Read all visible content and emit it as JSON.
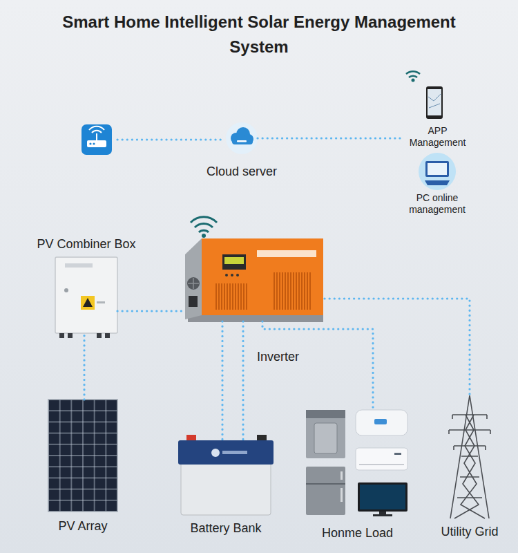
{
  "diagram": {
    "title": "Smart Home Intelligent Solar Energy Management System",
    "nodes": [
      {
        "text": [
          "Cloud server"
        ]
      },
      {
        "text": [
          "APP Management"
        ]
      },
      {
        "text": [
          "PC online management"
        ]
      },
      {
        "text": [
          "PV Combiner Box"
        ]
      },
      {
        "text": [
          "Inverter"
        ]
      },
      {
        "text": [
          "PV Array"
        ]
      },
      {
        "text": [
          "Battery Bank"
        ]
      },
      {
        "text": [
          "Honme Load"
        ]
      },
      {
        "text": [
          "Utility Grid"
        ]
      }
    ],
    "edges": [
      {
        "from": 0,
        "to": 1,
        "arrow": "none"
      },
      {
        "from": 5,
        "to": 3,
        "arrow": "none"
      },
      {
        "from": 3,
        "to": 4,
        "arrow": "none"
      },
      {
        "from": 4,
        "to": 6,
        "arrow": "none"
      },
      {
        "from": 4,
        "to": 6,
        "arrow": "none"
      },
      {
        "from": 4,
        "to": 7,
        "arrow": "none"
      },
      {
        "from": 4,
        "to": 8,
        "arrow": "none"
      }
    ]
  }
}
